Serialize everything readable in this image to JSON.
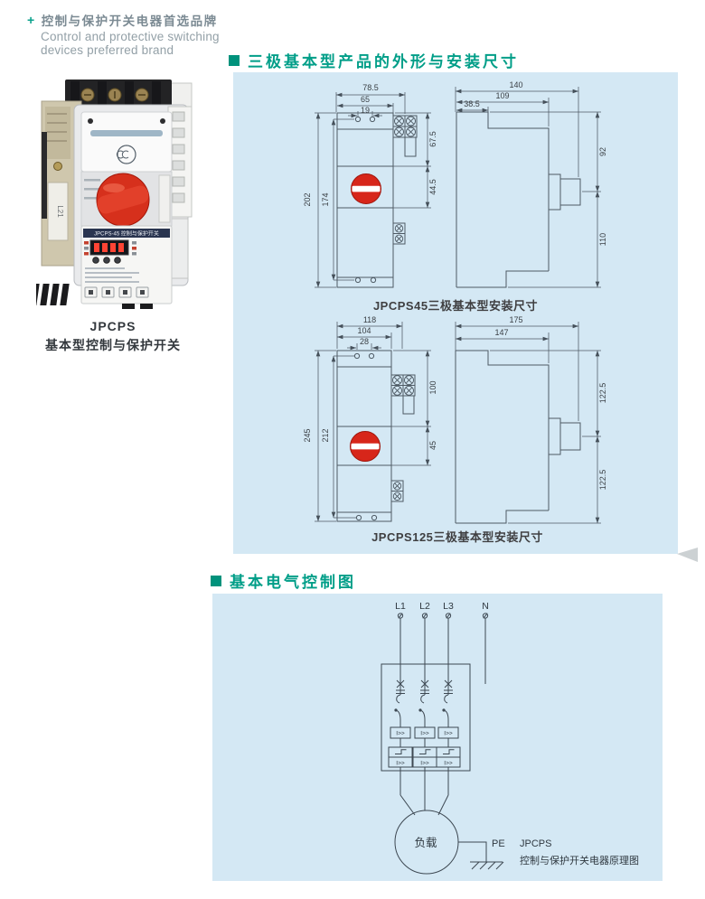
{
  "brand": {
    "plus_mark": "+",
    "line_cn": "控制与保护开关电器首选品牌",
    "line_en1": "Control and protective switching",
    "line_en2": "devices preferred brand"
  },
  "product": {
    "name": "JPCPS",
    "subtitle": "基本型控制与保护开关",
    "photo_side_label": "L21",
    "photo_panel_text": "JPCPS-45 控制与保护开关"
  },
  "section1": {
    "title": "三极基本型产品的外形与安装尺寸",
    "front45": {
      "w_total": "78.5",
      "w_body": "65",
      "w_holes": "19",
      "h_total": "202",
      "h_holes": "174",
      "h_top": "67.5",
      "h_handle": "44.5"
    },
    "side45": {
      "d_total": "140",
      "d_body": "109",
      "d_step": "38.5",
      "h_upper": "92",
      "h_lower": "110"
    },
    "caption45": "JPCPS45三极基本型安装尺寸",
    "front125": {
      "w_total": "118",
      "w_body": "104",
      "w_holes": "28",
      "h_total": "245",
      "h_holes": "212",
      "h_top": "100",
      "h_handle": "45"
    },
    "side125": {
      "d_total": "175",
      "d_body": "147",
      "h_upper": "122.5",
      "h_lower": "122.5"
    },
    "caption125": "JPCPS125三极基本型安装尺寸"
  },
  "section2": {
    "title": "基本电气控制图",
    "terminals": [
      "L1",
      "L2",
      "L3",
      "N"
    ],
    "relay_label": "I>>",
    "load_label": "负载",
    "pe_label": "PE",
    "schematic_name": "JPCPS",
    "schematic_desc": "控制与保护开关电器原理图"
  },
  "colors": {
    "accent": "#009e88",
    "panel": "#d4e8f4",
    "handle_red": "#d7261a"
  }
}
